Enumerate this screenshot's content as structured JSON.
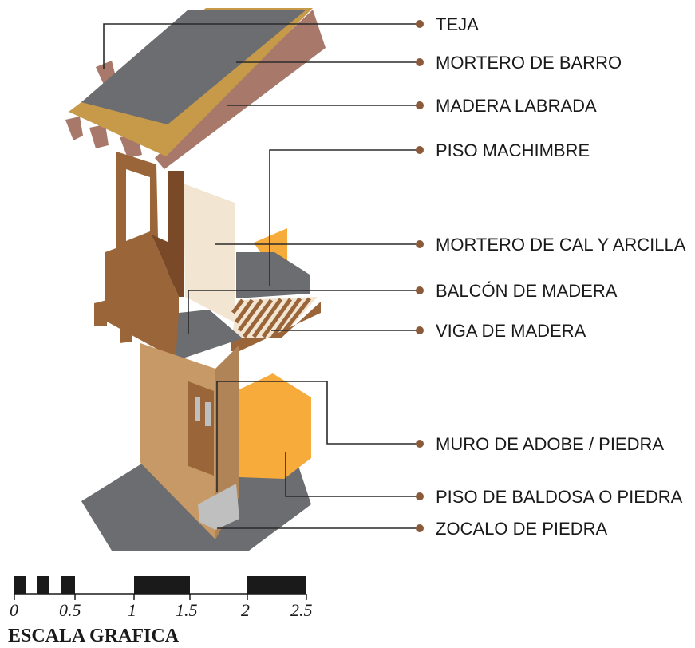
{
  "colors": {
    "roof_dark": "#6b6d70",
    "mortar_gold": "#c79a4a",
    "wood_pink": "#a8786a",
    "wood_brown": "#9a6538",
    "adobe": "#c79966",
    "cream": "#f2e6d3",
    "orange": "#f7ab3a",
    "stone": "#bfbfbf",
    "leader_dot": "#8a5a3a"
  },
  "labels": {
    "teja": "TEJA",
    "mortero_barro": "MORTERO DE BARRO",
    "madera_labrada": "MADERA LABRADA",
    "piso_machimbre": "PISO MACHIMBRE",
    "mortero_cal": "MORTERO DE CAL Y ARCILLA",
    "balcon": "BALCÓN DE MADERA",
    "viga": "VIGA DE MADERA",
    "muro": "MURO DE ADOBE / PIEDRA",
    "piso_baldosa": "PISO DE BALDOSA O PIEDRA",
    "zocalo": "ZOCALO DE PIEDRA"
  },
  "scale": {
    "title": "ESCALA GRAFICA",
    "ticks": [
      "0",
      "0.5",
      "1",
      "1.5",
      "2",
      "2.5"
    ]
  }
}
